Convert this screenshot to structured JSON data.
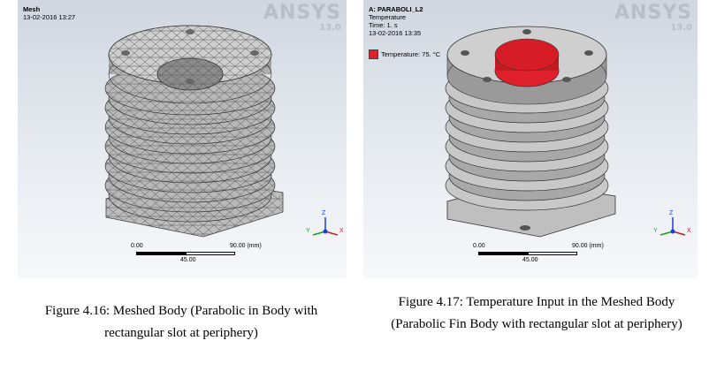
{
  "left_panel": {
    "title": "Mesh",
    "timestamp": "13-02-2016 13:27",
    "logo": "ANSYS",
    "version": "13.0",
    "scale": {
      "start": "0.00",
      "end": "90.00 (mm)",
      "mid": "45.00"
    },
    "axes": {
      "x": "X",
      "y": "Y",
      "z": "Z"
    }
  },
  "right_panel": {
    "title": "A: PARABOLI_L2",
    "type": "Temperature",
    "time": "Time: 1. s",
    "timestamp": "13-02-2016 13:35",
    "legend": "Temperature: 75. °C",
    "logo": "ANSYS",
    "version": "13.0",
    "scale": {
      "start": "0.00",
      "end": "90.00 (mm)",
      "mid": "45.00"
    },
    "axes": {
      "x": "X",
      "y": "Y",
      "z": "Z"
    },
    "colors": {
      "temperature": "#e0202b"
    }
  },
  "captions": {
    "left": "Figure 4.16: Meshed Body (Parabolic in Body with rectangular slot at periphery)",
    "right": "Figure 4.17: Temperature Input in the Meshed Body (Parabolic Fin Body with rectangular slot at periphery)"
  }
}
